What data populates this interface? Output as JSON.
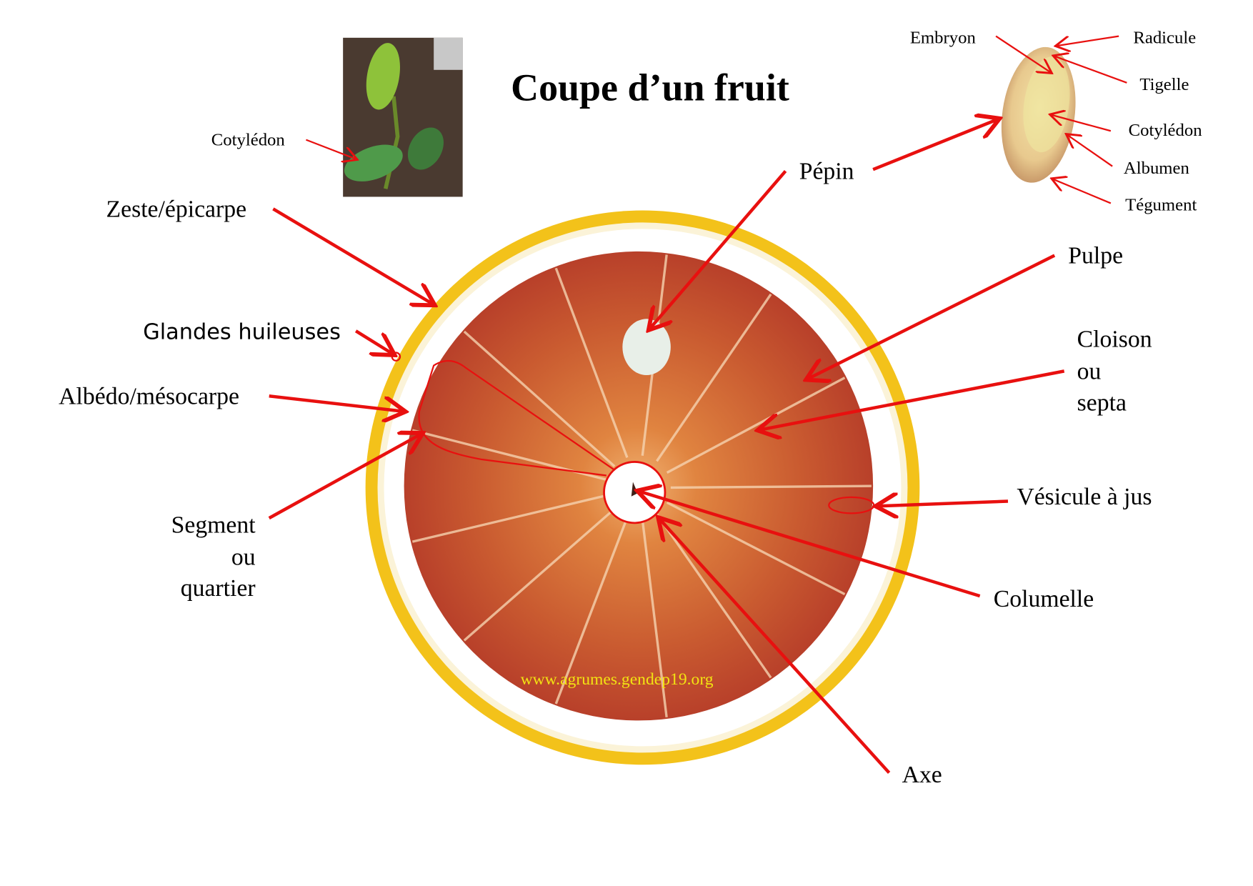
{
  "title": "Coupe d’un fruit",
  "watermark": "www.agrumes.gendep19.org",
  "labels": {
    "zeste": "Zeste/épicarpe",
    "glandes": "Glandes huileuses",
    "albedo": "Albédo/mésocarpe",
    "segment": [
      "Segment",
      "ou",
      "quartier"
    ],
    "pepin": "Pépin",
    "pulpe": "Pulpe",
    "cloison": [
      "Cloison",
      "ou",
      "septa"
    ],
    "vesicule": "Vésicule à jus",
    "columelle": "Columelle",
    "axe": "Axe",
    "seedling_cotyledon": "Cotylédon"
  },
  "seed_labels": {
    "embryon": "Embryon",
    "radicule": "Radicule",
    "tigelle": "Tigelle",
    "cotyledon": "Cotylédon",
    "albumen": "Albumen",
    "tegument": "Tégument"
  },
  "colors": {
    "arrow": "#e8100f",
    "zest": "#f3c21a",
    "pulp": "#c9502a"
  }
}
